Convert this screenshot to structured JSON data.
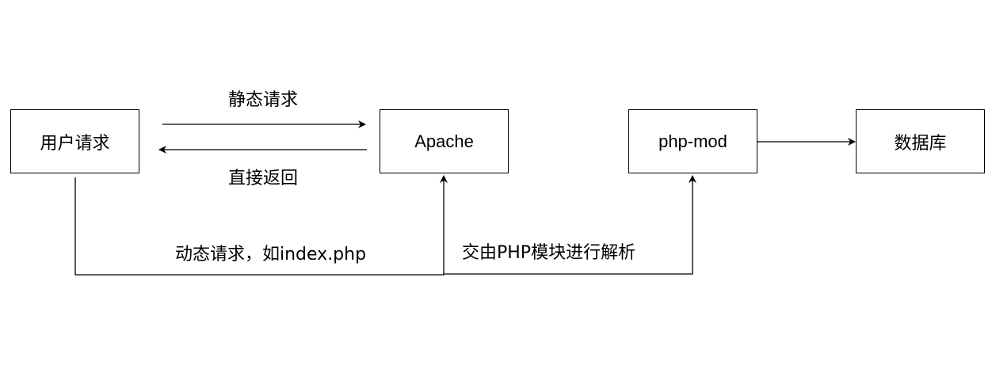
{
  "nodes": {
    "user_request": "用户请求",
    "apache": "Apache",
    "php_mod": "php-mod",
    "database": "数据库"
  },
  "edges": {
    "static_request": "静态请求",
    "direct_return": "直接返回",
    "dynamic_request": "动态请求，如index.php",
    "php_parse": "交由PHP模块进行解析"
  },
  "colors": {
    "stroke": "#000000",
    "background": "#ffffff"
  }
}
